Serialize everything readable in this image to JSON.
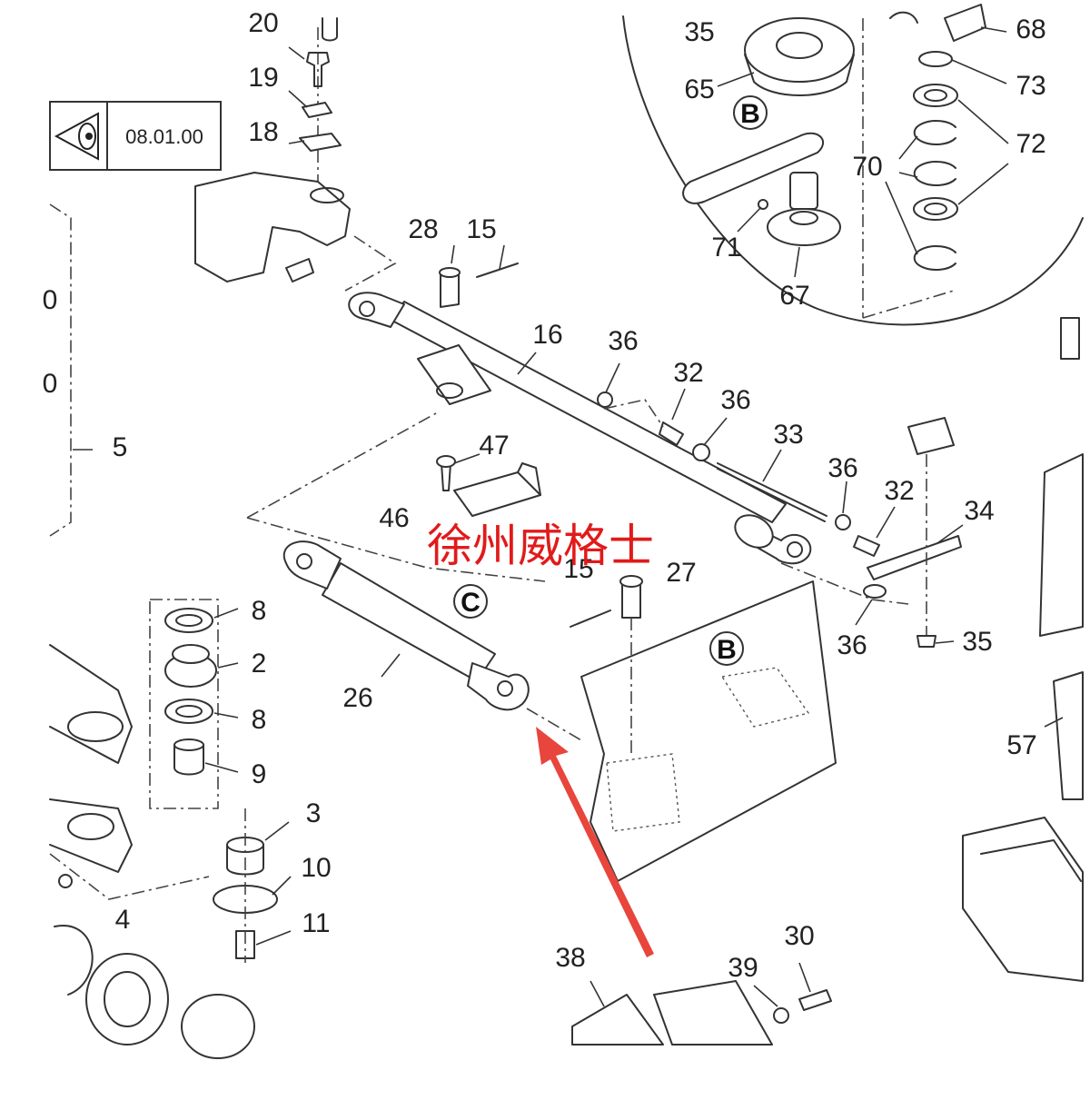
{
  "reference_box": {
    "code": "08.01.00",
    "icon": "eye-icon"
  },
  "watermark": "徐州威格士",
  "detail_letters": {
    "b": "B",
    "c": "C"
  },
  "callouts": [
    {
      "label": "20"
    },
    {
      "label": "19"
    },
    {
      "label": "18"
    },
    {
      "label": "28"
    },
    {
      "label": "15"
    },
    {
      "label": "16"
    },
    {
      "label": "36"
    },
    {
      "label": "32"
    },
    {
      "label": "36"
    },
    {
      "label": "33"
    },
    {
      "label": "36"
    },
    {
      "label": "32"
    },
    {
      "label": "34"
    },
    {
      "label": "36"
    },
    {
      "label": "35"
    },
    {
      "label": "47"
    },
    {
      "label": "46"
    },
    {
      "label": "15"
    },
    {
      "label": "27"
    },
    {
      "label": "26"
    },
    {
      "label": "5"
    },
    {
      "label": "8"
    },
    {
      "label": "2"
    },
    {
      "label": "8"
    },
    {
      "label": "9"
    },
    {
      "label": "3"
    },
    {
      "label": "10"
    },
    {
      "label": "11"
    },
    {
      "label": "4"
    },
    {
      "label": "38"
    },
    {
      "label": "39"
    },
    {
      "label": "30"
    },
    {
      "label": "57"
    },
    {
      "label": "35"
    },
    {
      "label": "65"
    },
    {
      "label": "68"
    },
    {
      "label": "73"
    },
    {
      "label": "72"
    },
    {
      "label": "70"
    },
    {
      "label": "71"
    },
    {
      "label": "67"
    },
    {
      "label": "0"
    },
    {
      "label": "0"
    }
  ],
  "colors": {
    "line": "#333333",
    "arrow": "#e8453c",
    "watermark": "#e11a1a"
  }
}
